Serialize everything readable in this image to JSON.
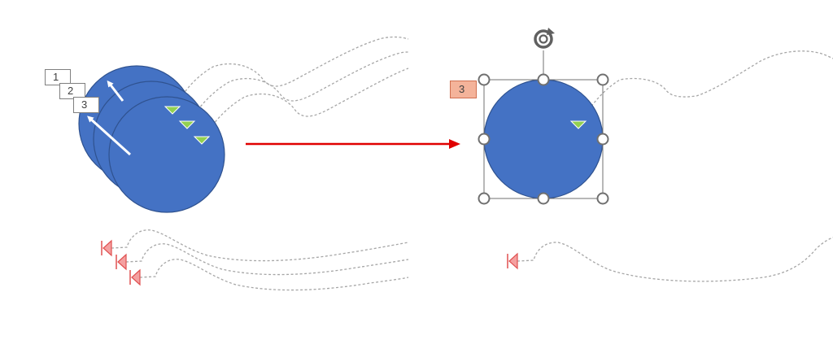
{
  "before": {
    "animation_tags": [
      "1",
      "2",
      "3"
    ]
  },
  "after": {
    "animation_tags": [
      "3"
    ]
  },
  "colors": {
    "shape_fill": "#4472c4",
    "shape_stroke": "#2f528f",
    "path_line": "#a6a6a6",
    "start_marker": "#92d050",
    "end_marker": "#e05050",
    "transition_arrow": "#e00000",
    "selection_handle": "#707070",
    "selected_tag_fill": "#f4b39a"
  },
  "icons": {
    "rotate_handle": "rotate-icon",
    "path_start": "triangle-down-icon",
    "path_end": "triangle-left-icon"
  }
}
